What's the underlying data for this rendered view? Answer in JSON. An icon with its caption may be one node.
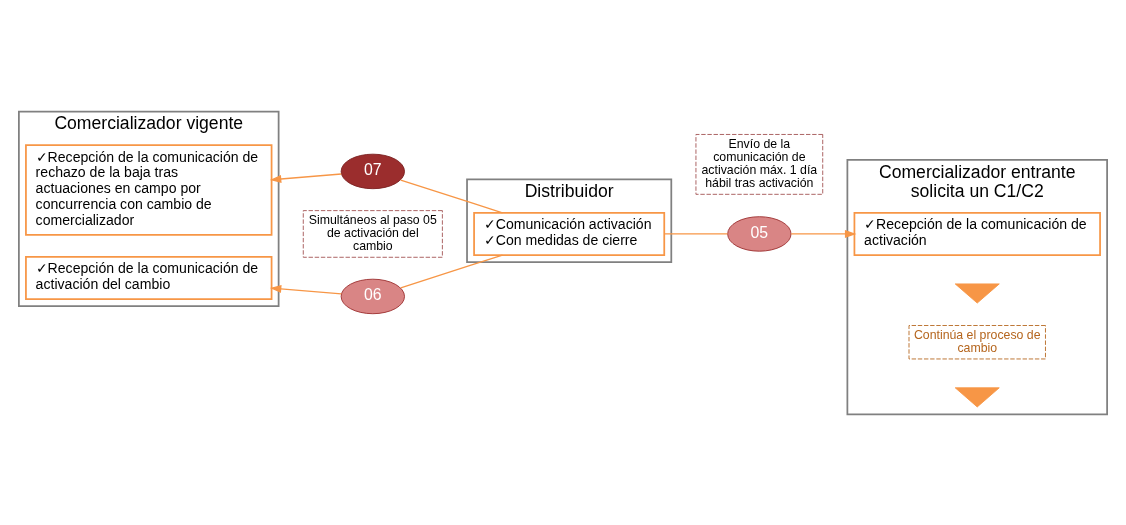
{
  "diagram": {
    "nodes": [
      {
        "text": [
          "Comercializador vigente"
        ]
      },
      {
        "text": [
          "Distribuidor"
        ]
      },
      {
        "text": [
          "Comercializador entrante solicita un C1/C2"
        ]
      },
      {
        "text": [],
        "shape": "arrow",
        "in": 2
      },
      {
        "text": [
          "Continúa el proceso de cambio"
        ],
        "in": 2
      },
      {
        "text": [],
        "shape": "arrow",
        "in": 2
      },
      {
        "text": [
          "Envío de la comunicación de activación máx. 1 día hábil tras activación"
        ]
      },
      {
        "text": [
          "✓Recepción de la comunicación de rechazo de la baja tras actuaciones en campo por concurrencia con cambio de comercializador"
        ],
        "in": 0
      },
      {
        "text": [
          "✓Comunicación activación",
          "✓Con medidas de cierre"
        ],
        "in": 1
      },
      {
        "text": [
          "07"
        ]
      },
      {
        "text": [
          "05"
        ]
      },
      {
        "text": [
          "✓Recepción de la comunicación de activación"
        ],
        "in": 2
      },
      {
        "text": [
          "Simultáneos al paso 05 de activación del cambio"
        ]
      },
      {
        "text": [
          "✓Recepción de la comunicación de activación del cambio"
        ],
        "in": 0
      },
      {
        "text": [
          "06"
        ]
      }
    ],
    "edges": [
      {
        "from": 8,
        "to": 9,
        "arrow": "none"
      },
      {
        "from": 9,
        "to": 7,
        "arrow": "to"
      },
      {
        "from": 8,
        "to": 10,
        "arrow": "none"
      },
      {
        "from": 10,
        "to": 11,
        "arrow": "to"
      },
      {
        "from": 8,
        "to": 14,
        "arrow": "none"
      },
      {
        "from": 14,
        "to": 13,
        "arrow": "to"
      }
    ]
  }
}
